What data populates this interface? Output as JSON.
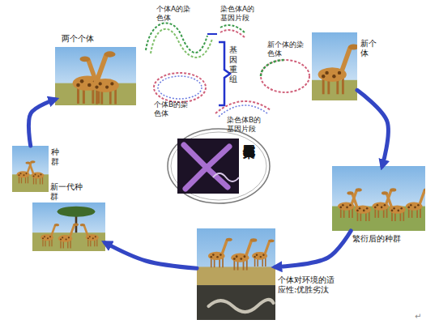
{
  "diagram": {
    "nodes": [
      {
        "text": [
          "两个个体"
        ]
      },
      {
        "text": [
          "新个体"
        ]
      },
      {
        "text": [
          "繁衍后的种群"
        ]
      },
      {
        "text": [
          "个体对环境的适应性:优胜劣汰"
        ]
      },
      {
        "text": [
          "新一代种群"
        ]
      },
      {
        "text": [
          "种群"
        ]
      },
      {
        "text": [
          "染色体与基因"
        ]
      }
    ],
    "edges": [
      {
        "from": 1,
        "to": 2,
        "arrow": "to"
      },
      {
        "from": 2,
        "to": 3,
        "arrow": "to"
      },
      {
        "from": 3,
        "to": 4,
        "arrow": "to"
      },
      {
        "from": 5,
        "to": 0,
        "arrow": "to"
      }
    ],
    "labels": [
      "个体A的染色体",
      "染色体A的基因片段",
      "基因重组",
      "新个体的染色体",
      "个体B的染色体",
      "染色体B的基因片段",
      "↵"
    ]
  }
}
